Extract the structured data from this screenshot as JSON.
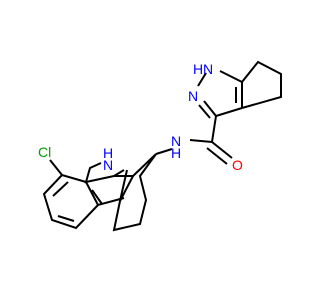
{
  "molecule": {
    "labels": {
      "chlorine": "Cl",
      "indole_nh": "H",
      "indole_n": "N",
      "pyrazole_nh_h": "H",
      "pyrazole_nh_n": "N",
      "pyrazole_n2": "N",
      "amide_nh": "N",
      "amide_nh_h": "H",
      "carbonyl_o": "O"
    },
    "colors": {
      "bond": "#000000",
      "nitrogen": "#0000ff",
      "oxygen": "#ff0000",
      "chlorine": "#00a000"
    }
  }
}
